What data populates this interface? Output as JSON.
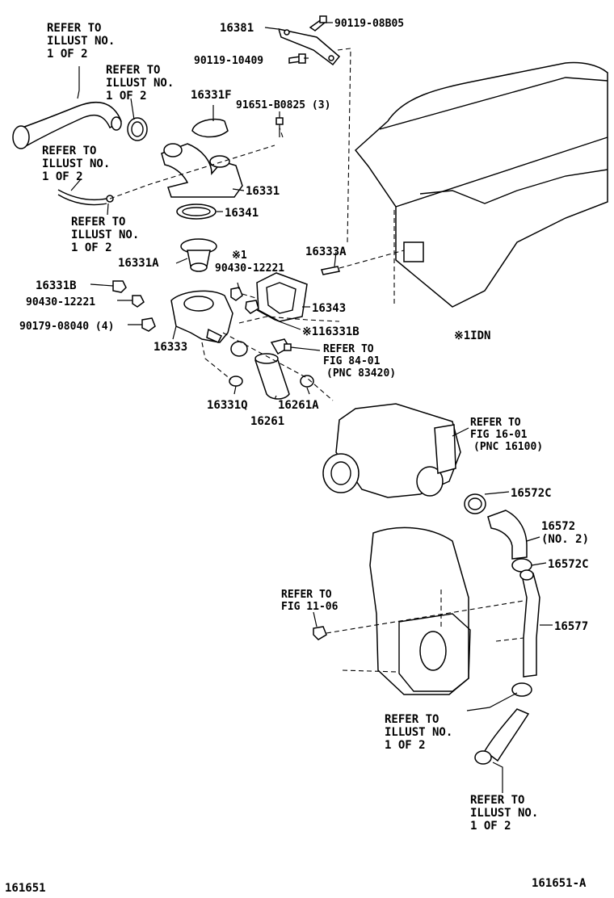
{
  "labels": {
    "refer_ill_a": [
      "REFER TO",
      "ILLUST NO.",
      "1 OF 2"
    ],
    "refer_ill_b": [
      "REFER TO",
      "ILLUST NO.",
      "1 OF 2"
    ],
    "refer_ill_c": [
      "REFER TO",
      "ILLUST NO.",
      "1 OF 2"
    ],
    "refer_ill_d": [
      "REFER TO",
      "ILLUST NO.",
      "1 OF 2"
    ],
    "refer_ill_e": [
      "REFER TO",
      "ILLUST NO.",
      "1 OF 2"
    ],
    "refer_ill_f": [
      "REFER TO",
      "ILLUST NO.",
      "1 OF 2"
    ],
    "refer_fig_84": [
      "REFER TO",
      "FIG 84-01",
      "(PNC 83420)"
    ],
    "refer_fig_16": [
      "REFER TO",
      "FIG 16-01",
      "(PNC 16100)"
    ],
    "refer_fig_11": [
      "REFER TO",
      "FIG 11-06"
    ],
    "p16381": "16381",
    "p90119_08b05": "90119-08B05",
    "p90119_10409": "90119-10409",
    "p16331f": "16331F",
    "p91651": "91651-B0825 (3)",
    "p16331": "16331",
    "p16341": "16341",
    "p16333a": "16333A",
    "p16331a": "16331A",
    "mark1": "※1",
    "p90430_12221_r": "90430-12221",
    "p16331b_l": "16331B",
    "p90430_12221_l": "90430-12221",
    "p90179": "90179-08040 (4)",
    "p16343": "16343",
    "p116331b": "※116331B",
    "p1idn": "※1IDN",
    "p16333": "16333",
    "p16331q": "16331Q",
    "p16261a": "16261A",
    "p16261": "16261",
    "p16572c_t": "16572C",
    "p16572": "16572",
    "p16572_no": "(NO. 2)",
    "p16572c_b": "16572C",
    "p16577": "16577",
    "code_left": "161651",
    "code_right": "161651-A"
  }
}
